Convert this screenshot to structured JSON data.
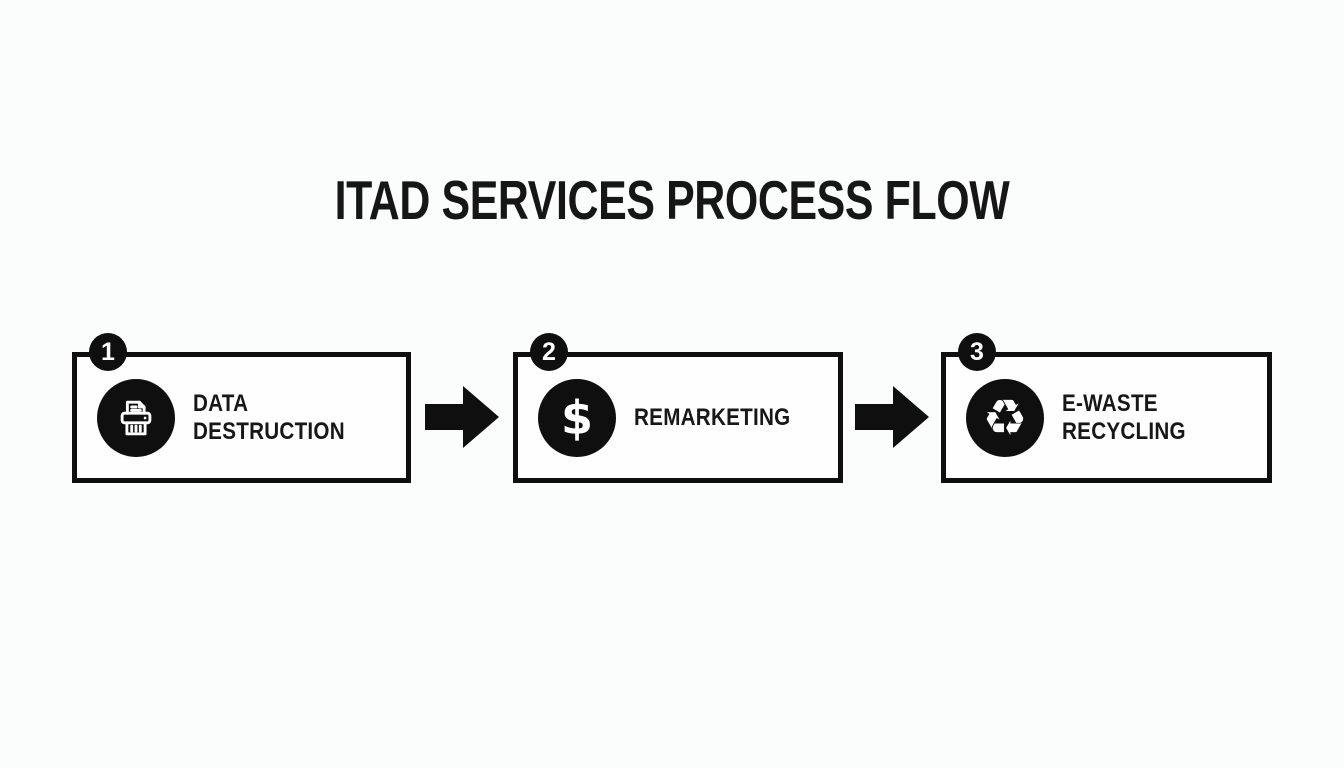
{
  "page": {
    "title": "ITAD SERVICES PROCESS FLOW"
  },
  "colors": {
    "ink": "#0f0f0f",
    "background": "#fbfcfc",
    "box_fill": "#fefefe",
    "icon_foreground": "#ffffff"
  },
  "steps": [
    {
      "number": "1",
      "label_lines": [
        "DATA",
        "DESTRUCTION"
      ],
      "icon": "shredder-icon"
    },
    {
      "number": "2",
      "label_lines": [
        "REMARKETING"
      ],
      "icon": "dollar-icon",
      "icon_glyph": "$"
    },
    {
      "number": "3",
      "label_lines": [
        "E-WASTE",
        "RECYCLING"
      ],
      "icon": "recycle-icon",
      "icon_glyph": "♻"
    }
  ],
  "connectors": [
    {
      "type": "arrow-right"
    },
    {
      "type": "arrow-right"
    }
  ]
}
